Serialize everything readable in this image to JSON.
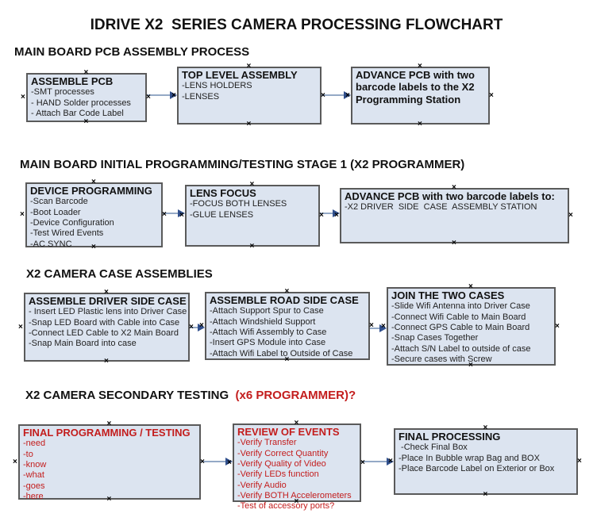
{
  "title": "IDRIVE X2  SERIES CAMERA PROCESSING FLOWCHART",
  "handle_glyph": "×",
  "colors": {
    "box_fill": "#dce4f0",
    "box_border": "#5a5a5a",
    "arrow_line": "#94a9c6",
    "arrow_head": "#31508d",
    "red": "#c31d1d",
    "ink": "#111111"
  },
  "sections": [
    {
      "id": "pcb-assembly",
      "heading": "MAIN BOARD PCB ASSEMBLY PROCESS",
      "heading_suffix": ""
    },
    {
      "id": "initial-programming",
      "heading": "MAIN BOARD INITIAL PROGRAMMING/TESTING STAGE 1 (X2 PROGRAMMER)",
      "heading_suffix": ""
    },
    {
      "id": "case-assemblies",
      "heading": "X2 CAMERA CASE ASSEMBLIES",
      "heading_suffix": ""
    },
    {
      "id": "secondary-testing",
      "heading": "X2 CAMERA SECONDARY TESTING  ",
      "heading_suffix": "(x6 PROGRAMMER)?"
    }
  ],
  "boxes": [
    {
      "id": "assemble-pcb",
      "title": "ASSEMBLE PCB",
      "items": [
        "-SMT processes",
        "- HAND Solder processes",
        "- Attach Bar Code Label"
      ],
      "text_color": "black"
    },
    {
      "id": "top-level-assembly",
      "title": "TOP LEVEL ASSEMBLY",
      "items": [
        "-LENS HOLDERS",
        "-LENSES"
      ],
      "text_color": "black"
    },
    {
      "id": "advance-pcb-to-programming-station",
      "title": "ADVANCE PCB with two barcode labels to the X2 Programming Station",
      "items": [],
      "text_color": "black"
    },
    {
      "id": "device-programming",
      "title": "DEVICE PROGRAMMING",
      "items": [
        "-Scan Barcode",
        "-Boot Loader",
        "-Device Configuration",
        "-Test Wired Events",
        "-AC SYNC"
      ],
      "text_color": "black"
    },
    {
      "id": "lens-focus",
      "title": "LENS FOCUS",
      "items": [
        "-FOCUS BOTH LENSES",
        "-GLUE LENSES"
      ],
      "text_color": "black"
    },
    {
      "id": "advance-pcb-to-case-assembly",
      "title": "ADVANCE PCB with two barcode labels to:",
      "items": [
        "-X2 DRIVER  SIDE  CASE  ASSEMBLY STATION"
      ],
      "text_color": "black"
    },
    {
      "id": "assemble-driver-side-case",
      "title": "ASSEMBLE DRIVER SIDE CASE",
      "items": [
        "- Insert LED Plastic lens into Driver Case",
        "-Snap LED Board with Cable into Case",
        "-Connect LED Cable to X2 Main Board",
        "-Snap Main Board into case"
      ],
      "text_color": "black"
    },
    {
      "id": "assemble-road-side-case",
      "title": "ASSEMBLE ROAD SIDE CASE",
      "items": [
        "-Attach Support Spur to Case",
        "-Attach Windshield Support",
        "-Attach Wifi Assembly to Case",
        "-Insert GPS Module into Case",
        "-Attach Wifi Label to Outside of Case"
      ],
      "text_color": "black"
    },
    {
      "id": "join-the-two-cases",
      "title": "JOIN THE TWO CASES",
      "items": [
        "-Slide Wifi Antenna into Driver Case",
        "-Connect Wifi Cable to Main Board",
        "-Connect GPS Cable to Main Board",
        "-Snap Cases Together",
        "-Attach S/N Label to outside of case",
        "-Secure cases with Screw"
      ],
      "text_color": "black"
    },
    {
      "id": "final-programming-testing",
      "title": "FINAL PROGRAMMING / TESTING",
      "items": [
        "-need",
        "-to",
        "-know",
        "-what",
        "-goes",
        "-here"
      ],
      "text_color": "red"
    },
    {
      "id": "review-of-events",
      "title": "REVIEW OF EVENTS",
      "items": [
        "-Verify Transfer",
        "-Verify Correct Quantity",
        "-Verify Quality of Video",
        "-Verify LEDs function",
        "-Verify Audio",
        "-Verify BOTH Accelerometers",
        "-Test of accessory ports?"
      ],
      "text_color": "red"
    },
    {
      "id": "final-processing",
      "title": "FINAL PROCESSING",
      "items": [
        " -Check Final Box",
        "-Place In Bubble wrap Bag and BOX",
        "-Place Barcode Label on Exterior or Box"
      ],
      "text_color": "black"
    }
  ]
}
